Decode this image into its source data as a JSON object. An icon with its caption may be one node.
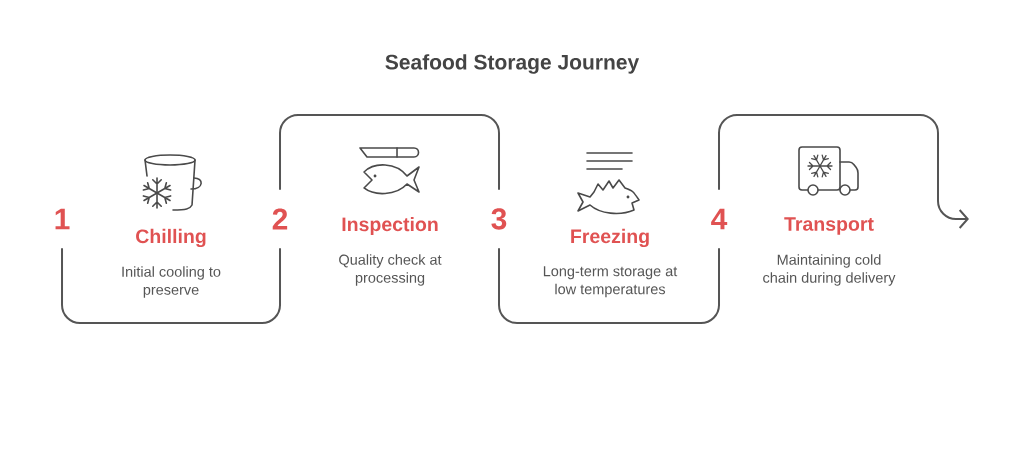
{
  "diagram": {
    "title": "Seafood Storage Journey",
    "nodes": [
      {
        "text": [
          "1"
        ]
      },
      {
        "text": [
          "Chilling",
          "Initial cooling to preserve"
        ]
      },
      {
        "text": [
          "2"
        ]
      },
      {
        "text": [
          "Inspection",
          "Quality check at processing"
        ]
      },
      {
        "text": [
          "3"
        ]
      },
      {
        "text": [
          "Freezing",
          "Long-term storage at low temperatures"
        ]
      },
      {
        "text": [
          "4"
        ]
      },
      {
        "text": [
          "Transport",
          "Maintaining cold chain during delivery"
        ]
      }
    ],
    "edges": [
      {
        "from": 0,
        "to": 2,
        "arrow": "none"
      },
      {
        "from": 2,
        "to": 4,
        "arrow": "none"
      },
      {
        "from": 4,
        "to": 6,
        "arrow": "none"
      },
      {
        "from": 6,
        "to": null,
        "arrow": "to"
      }
    ]
  }
}
